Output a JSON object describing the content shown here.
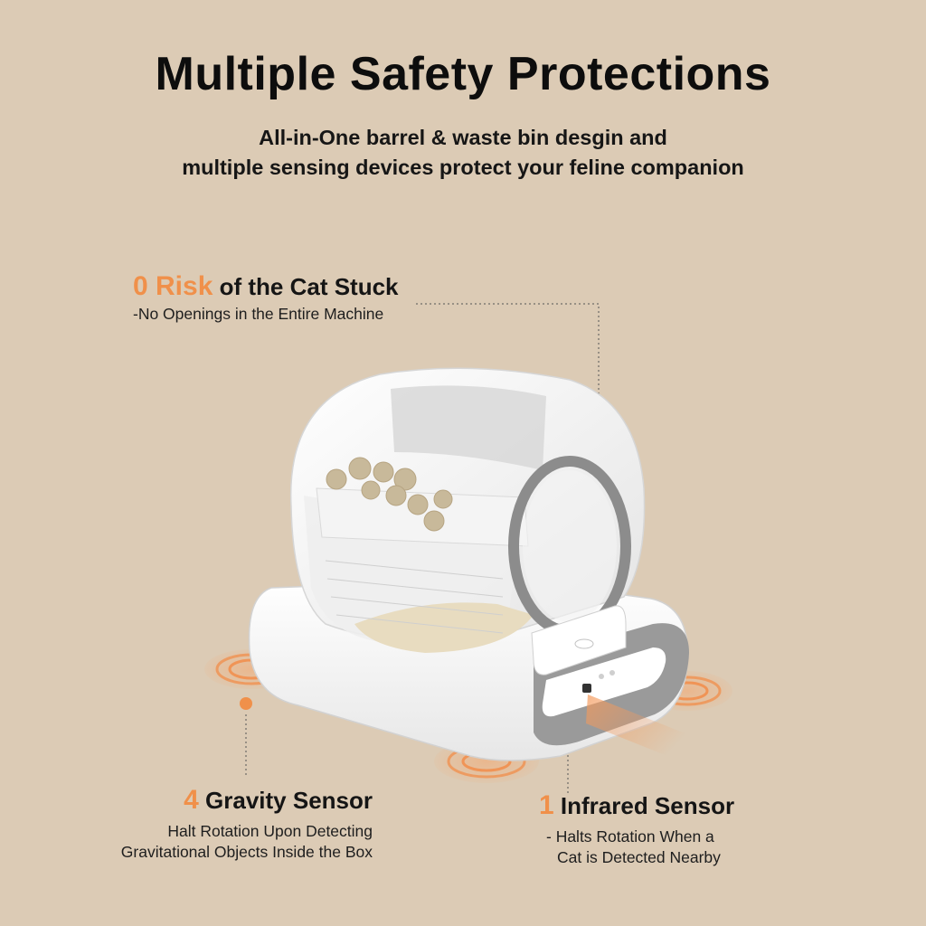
{
  "title": "Multiple Safety Protections",
  "subtitle": {
    "line1": "All-in-One barrel & waste bin desgin and",
    "line2": "multiple sensing devices protect your feline companion"
  },
  "callouts": {
    "risk": {
      "accent": "0 Risk",
      "text": " of the Cat Stuck",
      "desc": "-No Openings in the Entire Machine"
    },
    "gravity": {
      "accent": "4",
      "text": " Gravity Sensor",
      "desc_line1": "Halt Rotation Upon Detecting",
      "desc_line2": "Gravitational Objects Inside the Box"
    },
    "infrared": {
      "accent": "1",
      "text": " Infrared Sensor",
      "desc_line1": "- Halts Rotation When a",
      "desc_line2": "Cat is Detected Nearby"
    }
  },
  "colors": {
    "background": "#dccbb5",
    "accent": "#f0904a",
    "text": "#111111"
  },
  "icons": {
    "product": "self-cleaning-litter-box-illustration",
    "sensor": "sensor-ripple-icon"
  }
}
